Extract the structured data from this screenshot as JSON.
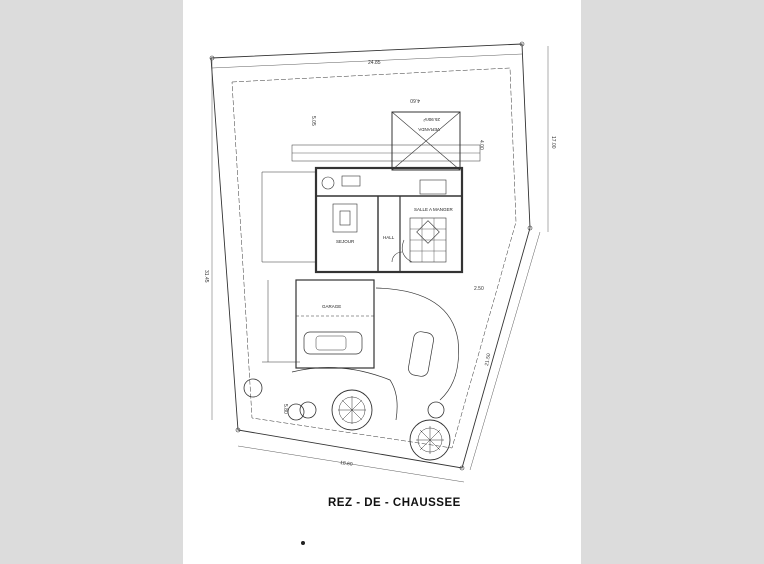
{
  "plan": {
    "title": "REZ - DE - CHAUSSEE",
    "dimensions": {
      "top": "24.85",
      "left": "31.45",
      "right_upper": "17.00",
      "right_lower": "21.50",
      "bottom": "18.60",
      "veranda_width": "4.60",
      "veranda_depth": "4.00",
      "left_small": "5.05",
      "garage_side": "2.50",
      "front": "5.80"
    },
    "rooms": {
      "veranda": "VERANDA",
      "veranda_area": "25.90m²",
      "sejour": "SEJOUR",
      "salle_a_manger": "SALLE A MANGER",
      "hall": "HALL",
      "garage": "GARAGE"
    }
  }
}
